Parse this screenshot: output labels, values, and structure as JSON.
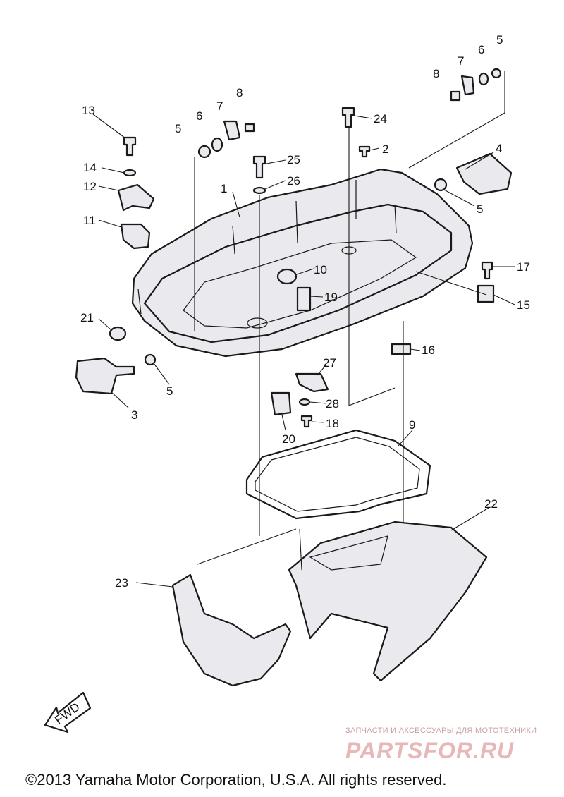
{
  "callouts": [
    "1",
    "2",
    "3",
    "4",
    "5",
    "6",
    "7",
    "8",
    "9",
    "10",
    "11",
    "12",
    "13",
    "14",
    "15",
    "16",
    "17",
    "18",
    "19",
    "20",
    "21",
    "22",
    "23",
    "24",
    "25",
    "26",
    "27",
    "28"
  ],
  "fwd_label": "FWD",
  "watermark": {
    "small_text": "ЗАПЧАСТИ И АКСЕССУАРЫ ДЛЯ МОТОТЕХНИКИ",
    "logo_text": "PARTSFOR.RU"
  },
  "copyright": "©2013 Yamaha Motor Corporation, U.S.A. All rights reserved.",
  "colors": {
    "line": "#1a1a1a",
    "watermark": "#e8b8b8"
  }
}
